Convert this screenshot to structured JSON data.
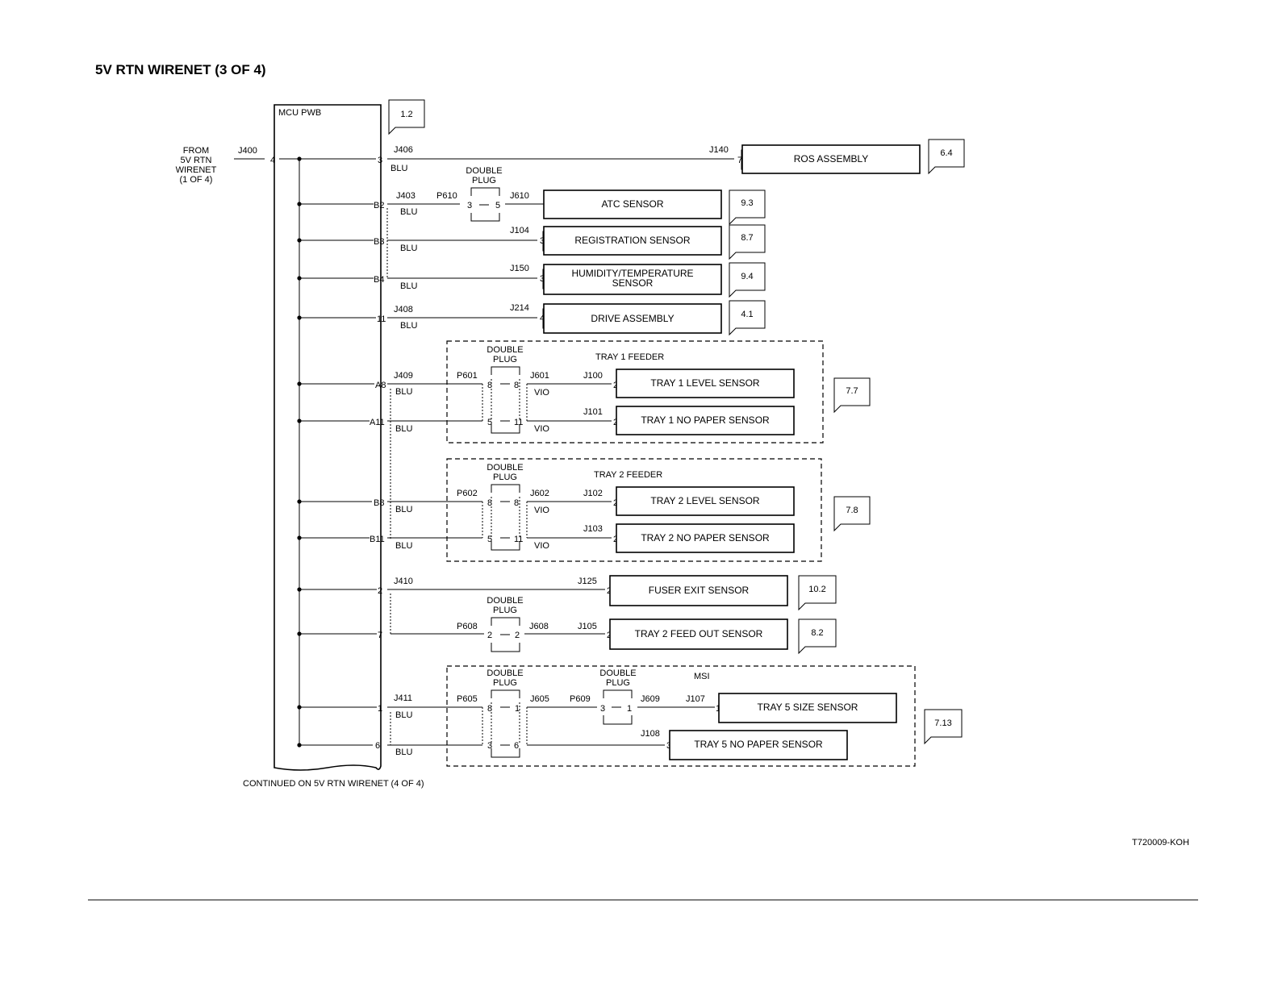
{
  "title": "5V RTN WIRENET  (3 OF 4)",
  "from_label": [
    "FROM",
    "5V RTN",
    "WIRENET",
    "(1 OF 4)"
  ],
  "mcu_label": "MCU PWB",
  "mcu_ref": "1.2",
  "continued_label": "CONTINUED ON  5V RTN WIRENET (4 OF 4)",
  "figure_id": "T720009-KOH",
  "j400": "J400",
  "j400_pin": "4",
  "wire_color": "BLU",
  "wire_color_vio": "VIO",
  "double_plug": [
    "DOUBLE",
    "PLUG"
  ],
  "rows": [
    {
      "pin": "3",
      "conn": "J406",
      "color": "BLU",
      "far_conn": "J140",
      "far_pin": "7",
      "component": "ROS ASSEMBLY",
      "ref": "6.4"
    },
    {
      "pin": "B2",
      "conn": "J403",
      "color": "BLU",
      "plug": "P610",
      "plug_pins": [
        "3",
        "5"
      ],
      "far_conn": "J610",
      "component": "ATC SENSOR",
      "ref": "9.3"
    },
    {
      "pin": "B3",
      "color": "BLU",
      "far_conn": "J104",
      "far_pin": "3",
      "component": "REGISTRATION SENSOR",
      "ref": "8.7"
    },
    {
      "pin": "B4",
      "color": "BLU",
      "far_conn": "J150",
      "far_pin": "3",
      "component": [
        "HUMIDITY/TEMPERATURE",
        "SENSOR"
      ],
      "ref": "9.4"
    },
    {
      "pin": "11",
      "conn": "J408",
      "color": "BLU",
      "far_conn": "J214",
      "far_pin": "4",
      "component": "DRIVE ASSEMBLY",
      "ref": "4.1"
    }
  ],
  "tray1": {
    "group_label": "TRAY 1 FEEDER",
    "ref": "7.7",
    "conn": "J409",
    "plug": "P601",
    "jack": "J601",
    "lines": [
      {
        "pin": "A8",
        "color": "BLU",
        "plug_pins": [
          "8",
          "8"
        ],
        "far_color": "VIO",
        "far_conn": "J100",
        "far_pin": "2",
        "component": "TRAY 1 LEVEL SENSOR"
      },
      {
        "pin": "A11",
        "color": "BLU",
        "plug_pins": [
          "5",
          "11"
        ],
        "far_color": "VIO",
        "far_conn": "J101",
        "far_pin": "2",
        "component": "TRAY 1 NO PAPER SENSOR"
      }
    ]
  },
  "tray2": {
    "group_label": "TRAY 2  FEEDER",
    "ref": "7.8",
    "plug": "P602",
    "jack": "J602",
    "lines": [
      {
        "pin": "B8",
        "color": "BLU",
        "plug_pins": [
          "8",
          "8"
        ],
        "far_color": "VIO",
        "far_conn": "J102",
        "far_pin": "2",
        "component": "TRAY 2 LEVEL SENSOR"
      },
      {
        "pin": "B11",
        "color": "BLU",
        "plug_pins": [
          "5",
          "11"
        ],
        "far_color": "VIO",
        "far_conn": "J103",
        "far_pin": "2",
        "component": "TRAY 2 NO PAPER SENSOR"
      }
    ]
  },
  "fuser": {
    "pin": "2",
    "conn": "J410",
    "far_conn": "J125",
    "far_pin": "2",
    "component": "FUSER EXIT SENSOR",
    "ref": "10.2"
  },
  "feedout": {
    "pin": "7",
    "plug": "P608",
    "plug_pins": [
      "2",
      "2"
    ],
    "jack": "J608",
    "far_conn": "J105",
    "far_pin": "2",
    "component": "TRAY 2 FEED OUT SENSOR",
    "ref": "8.2"
  },
  "msi": {
    "group_label": "MSI",
    "ref": "7.13",
    "conn": "J411",
    "plug": "P605",
    "jack": "J605",
    "plug2": "P609",
    "jack2": "J609",
    "lines": [
      {
        "pin": "1",
        "color": "BLU",
        "plug_pins": [
          "8",
          "1"
        ],
        "plug2_pins": [
          "3",
          "1"
        ],
        "far_conn": "J107",
        "far_pin": "1",
        "component": "TRAY 5  SIZE SENSOR"
      },
      {
        "pin": "6",
        "color": "BLU",
        "plug_pins": [
          "3",
          "6"
        ],
        "far_conn": "J108",
        "far_pin": "3",
        "component": "TRAY 5 NO PAPER SENSOR"
      }
    ]
  }
}
